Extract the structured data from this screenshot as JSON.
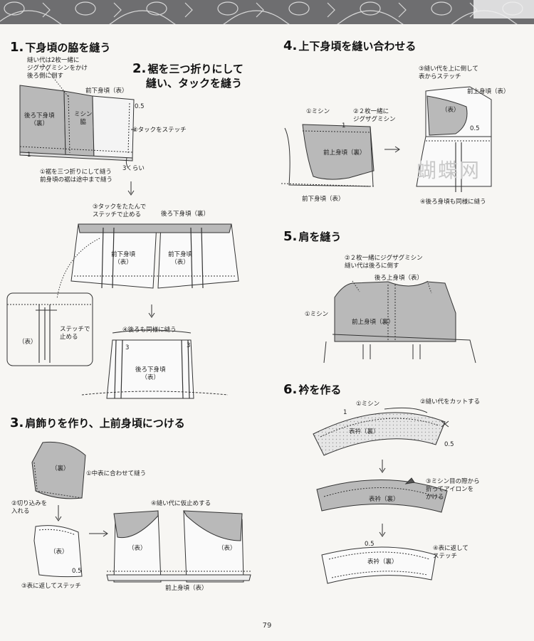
{
  "page_number": "79",
  "watermark": "蝴蝶网",
  "colors": {
    "fabric_grey": "#b9b9b9",
    "line": "#333333",
    "band": "#6e6e70"
  },
  "steps": [
    {
      "num": "1.",
      "title": "下身頃の脇を縫う"
    },
    {
      "num": "2.",
      "title_line1": "裾を三つ折りにして",
      "title_line2": "縫い、タックを縫う"
    },
    {
      "num": "3.",
      "title": "肩飾りを作り、上前身頃につける"
    },
    {
      "num": "4.",
      "title": "上下身頃を縫い合わせる"
    },
    {
      "num": "5.",
      "title": "肩を縫う"
    },
    {
      "num": "6.",
      "title": "衿を作る"
    }
  ],
  "labels": {
    "s1_seam_note_1": "縫い代は2枚一緒に",
    "s1_seam_note_2": "ジグザグミシンをかけ",
    "s1_seam_note_3": "後ろ側に倒す",
    "s1_front_lower": "前下身頃（表）",
    "s1_back_lower_1": "後ろ下身頃",
    "s1_back_lower_2": "（裏）",
    "s1_sewing_1": "ミシン",
    "s1_sewing_2": "脇",
    "s1_05": "0.5",
    "s1_tuck_stitch": "②タックをステッチ",
    "s1_1": "1",
    "s1_hem_1": "①裾を三つ折りにして縫う",
    "s1_hem_2": "前身頃の裾は途中まで縫う",
    "s1_3cm": "3くらい",
    "s2_tuck_fold_1": "③タックをたたんで",
    "s2_tuck_fold_2": "ステッチで止める",
    "s2_back_lower": "後ろ下身頃（裏）",
    "s2_front_lower_1": "前下身頃",
    "s2_front_lower_2": "（表）",
    "s2_front_lower_b1": "前下身頃",
    "s2_front_lower_b2": "（表）",
    "s2_detail_stitch_1": "ステッチで",
    "s2_detail_stitch_2": "止める",
    "s2_detail_face": "（表）",
    "s2_back_same": "④後ろも同様に縫う",
    "s2_3a": "3",
    "s2_3b": "3",
    "s2_back_lower_2a": "後ろ下身頃",
    "s2_back_lower_2b": "（表）",
    "s3_reverse": "（裏）",
    "s3_match_sew": "①中表に合わせて縫う",
    "s3_notch_1": "②切り込みを",
    "s3_notch_2": "入れる",
    "s3_face_a": "（表）",
    "s3_05": "0.5",
    "s3_turn_stitch": "③表に返してステッチ",
    "s3_baste": "④縫い代に仮止めする",
    "s3_face_b": "（表）",
    "s3_face_c": "（表）",
    "s3_front_upper": "前上身頃（表）",
    "s4_fold_up_1": "③縫い代を上に倒して",
    "s4_fold_up_2": "表からステッチ",
    "s4_sew": "①ミシン",
    "s4_zigzag_1": "②２枚一緒に",
    "s4_zigzag_2": "ジグザグミシン",
    "s4_1": "1",
    "s4_front_upper": "前上身頃（裏）",
    "s4_front_lower": "前下身頃（表）",
    "s4_front_upper_r": "前上身頃（表）",
    "s4_face": "（表）",
    "s4_05": "0.5",
    "s4_back_same": "④後ろ身頃も同様に縫う",
    "s5_zigzag_1": "②２枚一緒にジグザグミシン",
    "s5_zigzag_2": "縫い代は後ろに倒す",
    "s5_back_upper": "後ろ上身頃（表）",
    "s5_sew": "①ミシン",
    "s5_front_upper": "前上身頃（裏）",
    "s6_sew": "①ミシン",
    "s6_cut": "②縫い代をカットする",
    "s6_1": "1",
    "s6_collar_rev": "表衿（裏）",
    "s6_05a": "0.5",
    "s6_fold_1": "③ミシン目の際から",
    "s6_fold_2": "折ってアイロンを",
    "s6_fold_3": "かける",
    "s6_collar_rev_b": "表衿（裏）",
    "s6_05b": "0.5",
    "s6_turn_1": "④表に返して",
    "s6_turn_2": "ステッチ",
    "s6_collar_rev_c": "表衿（裏）"
  }
}
